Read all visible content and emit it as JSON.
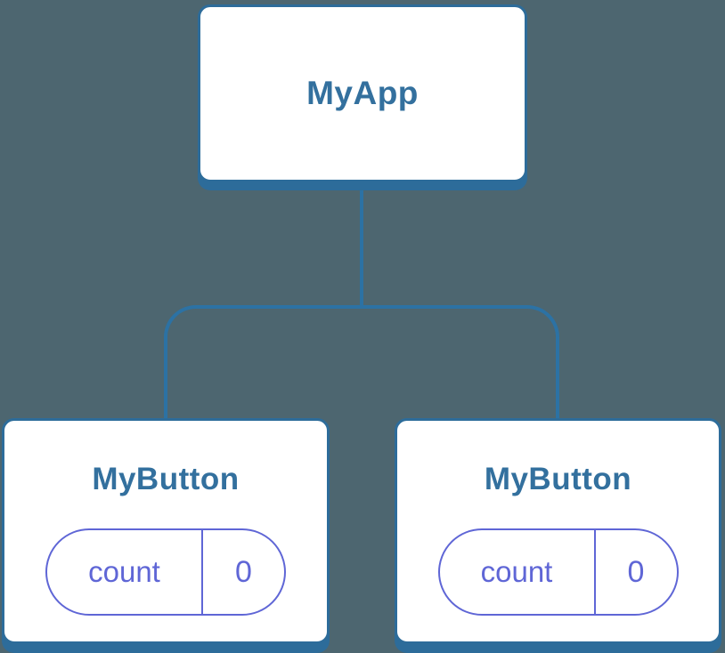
{
  "diagram": {
    "description": "Component tree diagram: root component with two child components each holding independent state",
    "tree": {
      "root": {
        "label": "MyApp"
      },
      "children": [
        {
          "label": "MyButton",
          "state": {
            "name": "count",
            "value": "0"
          }
        },
        {
          "label": "MyButton",
          "state": {
            "name": "count",
            "value": "0"
          }
        }
      ]
    }
  },
  "colors": {
    "bg": "#4D6670",
    "node_fill": "#FFFFFF",
    "node_border": "#2D6C9A",
    "connector": "#2C72A4",
    "title_text": "#33709E",
    "pill_accent": "#5F66D6"
  }
}
